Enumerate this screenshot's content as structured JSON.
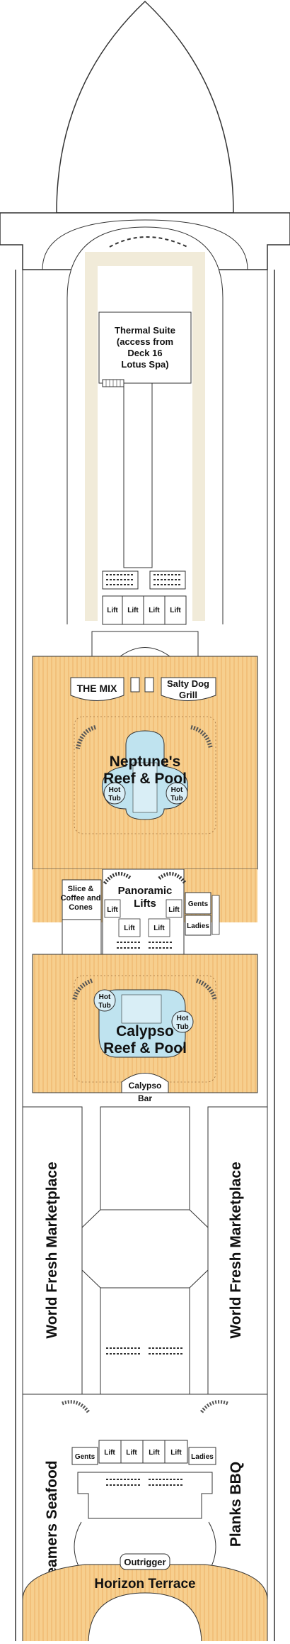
{
  "colors": {
    "deck_fill": "#f7cf8e",
    "deck_stripe": "#ecb266",
    "pool_fill": "#bfe3ef",
    "pool_inner": "#d9eef6",
    "hull_stroke": "#333333",
    "interior_fill": "#ffffff",
    "overlay_light": "#f1ebd9"
  },
  "labels": {
    "thermal_suite": [
      "Thermal Suite",
      "(access from",
      "Deck 16",
      "Lotus Spa)"
    ],
    "lift": "Lift",
    "the_mix": "THE MIX",
    "salty_dog": [
      "Salty Dog",
      "Grill"
    ],
    "neptunes": [
      "Neptune's",
      "Reef & Pool"
    ],
    "hot_tub": [
      "Hot",
      "Tub"
    ],
    "slice": [
      "Slice &",
      "Coffee and",
      "Cones"
    ],
    "panoramic": [
      "Panoramic",
      "Lifts"
    ],
    "gents": "Gents",
    "ladies": "Ladies",
    "calypso": [
      "Calypso",
      "Reef & Pool"
    ],
    "calypso_bar": [
      "Calypso",
      "Bar"
    ],
    "world_fresh": "World Fresh Marketplace",
    "steamers": "Steamers Seafood",
    "planks": "Planks BBQ",
    "outrigger": "Outrigger",
    "horizon": "Horizon Terrace"
  }
}
